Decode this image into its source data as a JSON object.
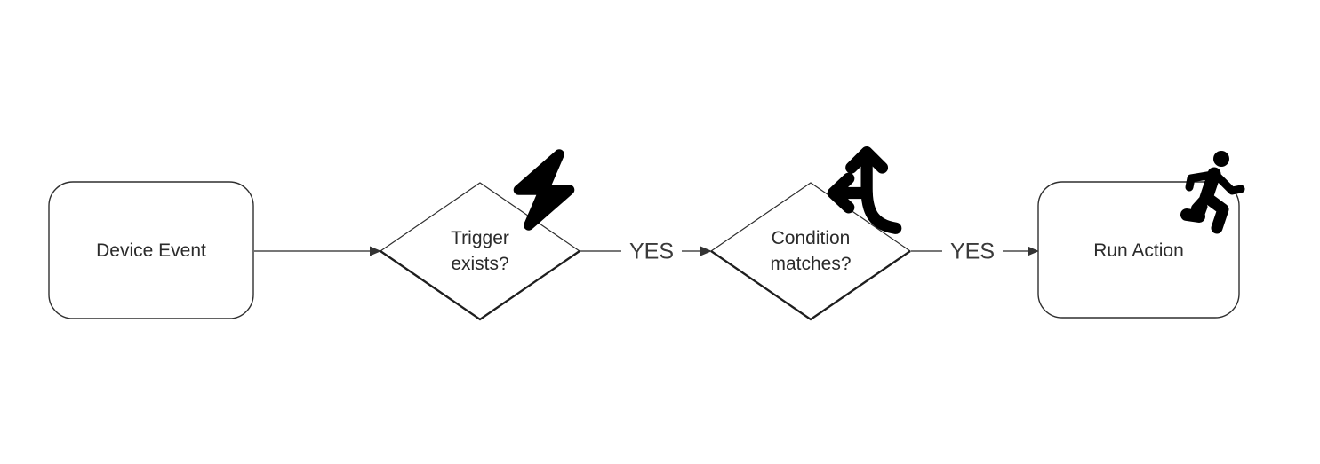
{
  "diagram": {
    "type": "flowchart",
    "background_color": "#ffffff",
    "shape_stroke_color": "#2f2f2f",
    "edge_color": "#4a4a4a",
    "text_color": "#2b2b2b",
    "icon_color": "#000000",
    "nodes": [
      {
        "id": "device-event",
        "shape": "rounded-rect",
        "label": "Device Event",
        "icon": null
      },
      {
        "id": "trigger-exists",
        "shape": "decision-diamond",
        "label": "Trigger exists?",
        "icon": "lightning-bolt"
      },
      {
        "id": "condition-matches",
        "shape": "decision-diamond",
        "label": "Condition matches?",
        "icon": "split-arrows-up-left"
      },
      {
        "id": "run-action",
        "shape": "rounded-rect",
        "label": "Run Action",
        "icon": "person-running"
      }
    ],
    "edges": [
      {
        "from": "device-event",
        "to": "trigger-exists",
        "label": ""
      },
      {
        "from": "trigger-exists",
        "to": "condition-matches",
        "label": "YES"
      },
      {
        "from": "condition-matches",
        "to": "run-action",
        "label": "YES"
      }
    ]
  }
}
